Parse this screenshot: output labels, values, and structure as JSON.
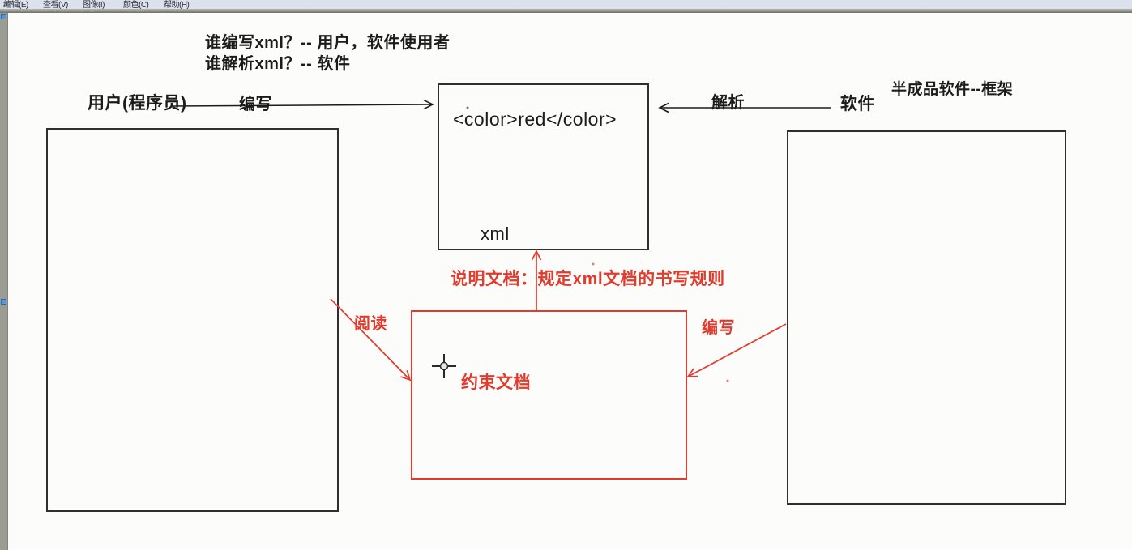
{
  "menu": {
    "items": [
      "编辑(E)",
      "查看(V)",
      "图像(I)",
      "颜色(C)",
      "帮助(H)"
    ]
  },
  "colors": {
    "accent_red": "#e23a2c",
    "ink_black": "#1c1c1c",
    "workspace_gray": "#9b9c93",
    "menubar_bg": "#dce1ee",
    "handle_blue": "#5a96d6"
  },
  "diagram": {
    "question_line1": "谁编写xml？-- 用户，软件使用者",
    "question_line2": "谁解析xml？-- 软件",
    "user_label": "用户(程序员)",
    "write_label": "编写",
    "xml_content": "<color>red</color>",
    "xml_caption": "xml",
    "parse_label": "解析",
    "software_label": "软件",
    "framework_note": "半成品软件--框架",
    "schema_note": "说明文档：规定xml文档的书写规则",
    "read_label": "阅读",
    "write_label_2": "编写",
    "constraint_label": "约束文档"
  }
}
